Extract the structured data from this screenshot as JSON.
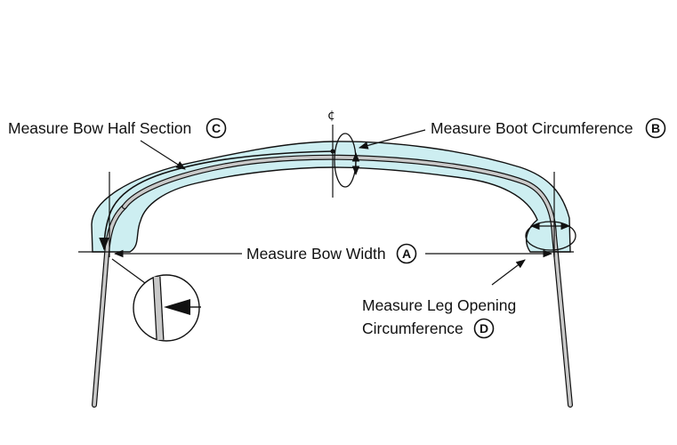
{
  "diagram": {
    "labels": {
      "bow_half_section": "Measure Bow Half Section",
      "boot_circumference": "Measure Boot Circumference",
      "bow_width": "Measure Bow Width",
      "leg_opening_line1": "Measure Leg Opening",
      "leg_opening_line2": "Circumference"
    },
    "badges": {
      "a": "A",
      "b": "B",
      "c": "C",
      "d": "D"
    },
    "centerline_symbol": "¢"
  },
  "colors": {
    "boot_fill": "#cdeef1",
    "bow_fill": "#c9c9c9",
    "line": "#111111"
  }
}
